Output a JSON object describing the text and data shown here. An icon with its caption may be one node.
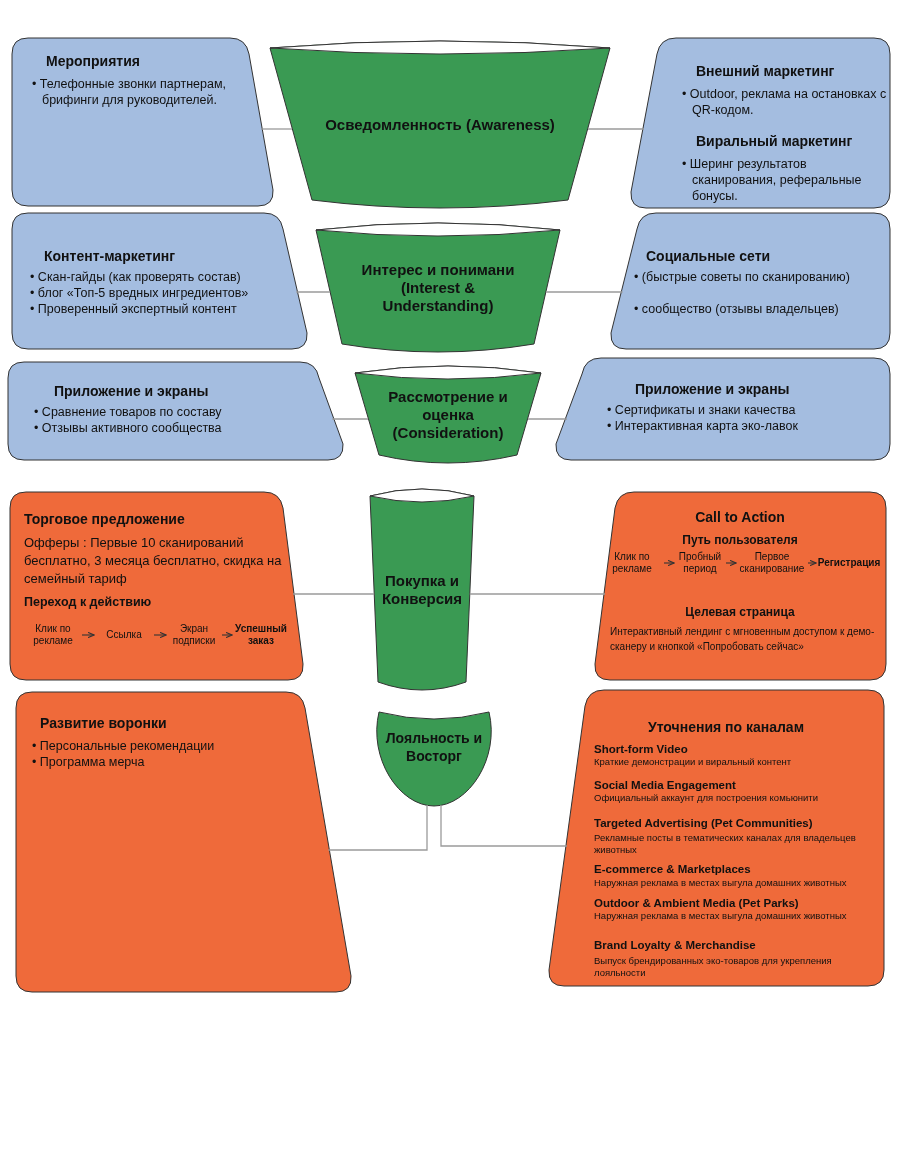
{
  "diagram": {
    "nodes": [
      {
        "text": [
          "Мероприятия",
          "• Телефонные звонки партнерам, брифинги для руководителей."
        ]
      },
      {
        "text": [
          "Осведомленность (Awareness)"
        ]
      },
      {
        "text": [
          "Внешний маркетинг",
          "• Outdoor, реклама на остановках с QR-кодом.",
          "Виральный маркетинг",
          "• Шеринг результатов сканирования, реферальные бонусы."
        ]
      },
      {
        "text": [
          "Контент-маркетинг",
          "• Скан-гайды (как проверять состав)",
          "• блог «Топ-5 вредных ингредиентов»",
          "• Проверенный экспертный контент"
        ]
      },
      {
        "text": [
          "Интерес и понимани (Interest & Understanding)"
        ]
      },
      {
        "text": [
          "Социальные сети",
          "• (быстрые советы по сканированию)",
          "• сообщество (отзывы владельцев)"
        ]
      },
      {
        "text": [
          "Приложение и экраны",
          "• Сравнение товаров по составу",
          "• Отзывы активного сообщества"
        ]
      },
      {
        "text": [
          "Рассмотрение и оценка (Consideration)"
        ]
      },
      {
        "text": [
          "Приложение и экраны",
          "• Сертификаты и знаки качества",
          "• Интерактивная карта эко-лавок"
        ]
      },
      {
        "text": [
          "Торговое предложение",
          "Офферы : Первые 10 сканирований бесплатно, 3 месяца бесплатно, скидка на семейный тариф",
          "Переход к действию"
        ]
      },
      {
        "text": [
          "Клик по рекламе"
        ],
        "in": 9
      },
      {
        "text": [
          "Ссылка"
        ],
        "in": 9
      },
      {
        "text": [
          "Экран подписки"
        ],
        "in": 9
      },
      {
        "text": [
          "Успешный заказ"
        ],
        "in": 9
      },
      {
        "text": [
          "Покупка и Конверсия"
        ]
      },
      {
        "text": [
          "Call to Action",
          "Путь пользователя",
          "Целевая страница",
          "Интерактивный лендинг с мгновенным доступом к демо-сканеру и кнопкой «Попробовать сейчас»"
        ]
      },
      {
        "text": [
          "Клик по рекламе"
        ],
        "in": 15
      },
      {
        "text": [
          "Пробный период"
        ],
        "in": 15
      },
      {
        "text": [
          "Первое сканирование"
        ],
        "in": 15
      },
      {
        "text": [
          "Регистрация"
        ],
        "in": 15
      },
      {
        "text": [
          "Развитие воронки",
          "• Персональные рекомендации",
          "• Программа мерча"
        ]
      },
      {
        "text": [
          "Лояльность и Восторг"
        ]
      },
      {
        "text": [
          "Уточнения по каналам",
          "Short-form Video",
          "Краткие демонстрации и виральный контент",
          "Social Media Engagement",
          "Официальный аккаунт для построения комьюнити",
          "Targeted Advertising (Pet Communities)",
          "Рекламные посты в тематических каналах для владельцев животных",
          "E-commerce & Marketplaces",
          "Наружная реклама в местах выгула домашних животных",
          "Outdoor & Ambient Media (Pet Parks)",
          "Наружная реклама в местах выгула домашних животных",
          "Brand Loyalty & Merchandise",
          "Выпуск брендированных эко-товаров для укрепления лояльности"
        ]
      }
    ],
    "edges": [
      {
        "from": 0,
        "to": 1,
        "arrow": "none"
      },
      {
        "from": 1,
        "to": 2,
        "arrow": "none"
      },
      {
        "from": 3,
        "to": 4,
        "arrow": "none"
      },
      {
        "from": 4,
        "to": 5,
        "arrow": "none"
      },
      {
        "from": 6,
        "to": 7,
        "arrow": "none"
      },
      {
        "from": 7,
        "to": 8,
        "arrow": "none"
      },
      {
        "from": 10,
        "to": 11,
        "arrow": "to",
        "color": "#333333"
      },
      {
        "from": 11,
        "to": 12,
        "arrow": "to",
        "color": "#333333"
      },
      {
        "from": 12,
        "to": 13,
        "arrow": "to",
        "color": "#333333"
      },
      {
        "from": 9,
        "to": 14,
        "arrow": "none"
      },
      {
        "from": 14,
        "to": 15,
        "arrow": "none"
      },
      {
        "from": 16,
        "to": 17,
        "arrow": "to",
        "color": "#333333"
      },
      {
        "from": 17,
        "to": 18,
        "arrow": "to",
        "color": "#333333"
      },
      {
        "from": 18,
        "to": 19,
        "arrow": "to",
        "color": "#333333"
      },
      {
        "from": 21,
        "to": 20,
        "arrow": "none"
      },
      {
        "from": 21,
        "to": 22,
        "arrow": "none"
      }
    ]
  }
}
